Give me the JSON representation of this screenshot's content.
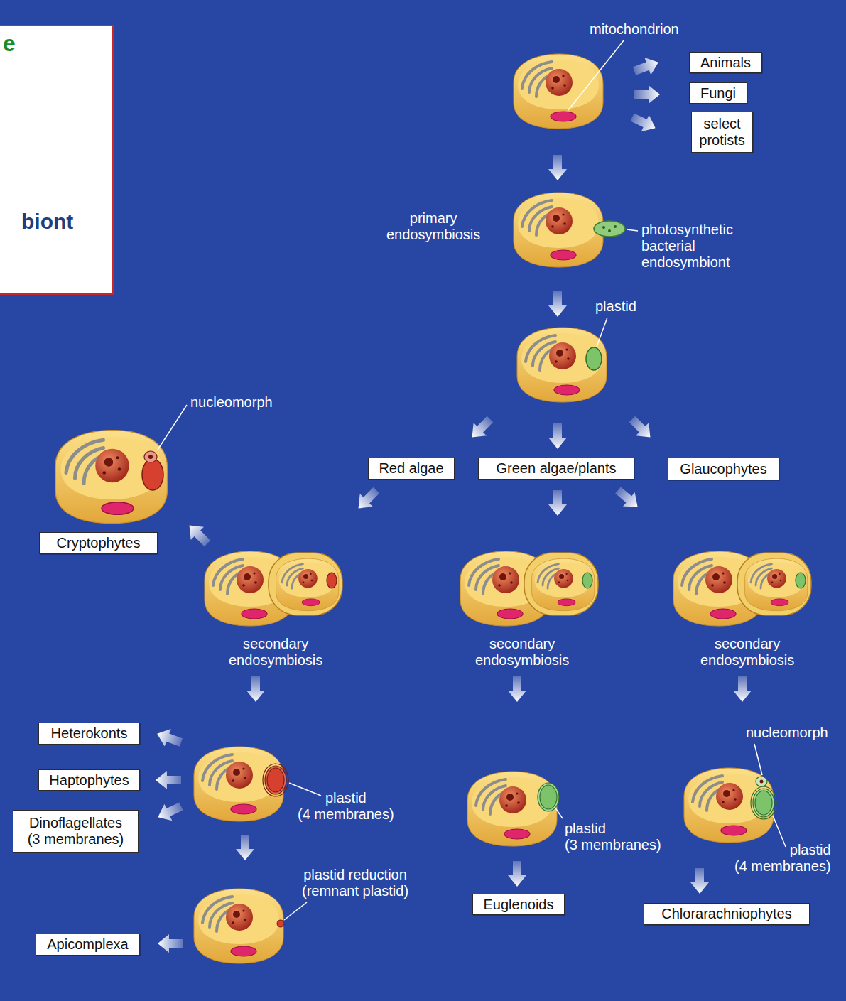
{
  "diagram": {
    "nodes": [
      {
        "text": [
          "e",
          "biont"
        ]
      },
      {
        "text": [
          "Animals"
        ]
      },
      {
        "text": [
          "Fungi"
        ]
      },
      {
        "text": [
          "select protists"
        ]
      },
      {
        "text": [
          "Red algae"
        ]
      },
      {
        "text": [
          "Green algae/plants"
        ]
      },
      {
        "text": [
          "Glaucophytes"
        ]
      },
      {
        "text": [
          "Cryptophytes"
        ]
      },
      {
        "text": [
          "Heterokonts"
        ]
      },
      {
        "text": [
          "Haptophytes"
        ]
      },
      {
        "text": [
          "Dinoflagellates (3 membranes)"
        ]
      },
      {
        "text": [
          "Euglenoids"
        ]
      },
      {
        "text": [
          "Chlorarachniophytes"
        ]
      },
      {
        "text": [
          "Apicomplexa"
        ]
      }
    ],
    "labels": [
      "mitochondrion",
      "primary endosymbiosis",
      "photosynthetic bacterial endosymbiont",
      "plastid",
      "nucleomorph",
      "secondary endosymbiosis",
      "secondary endosymbiosis",
      "secondary endosymbiosis",
      "nucleomorph",
      "plastid (4 membranes)",
      "plastid (3 membranes)",
      "plastid (4 membranes)",
      "plastid reduction (remnant plastid)"
    ]
  }
}
